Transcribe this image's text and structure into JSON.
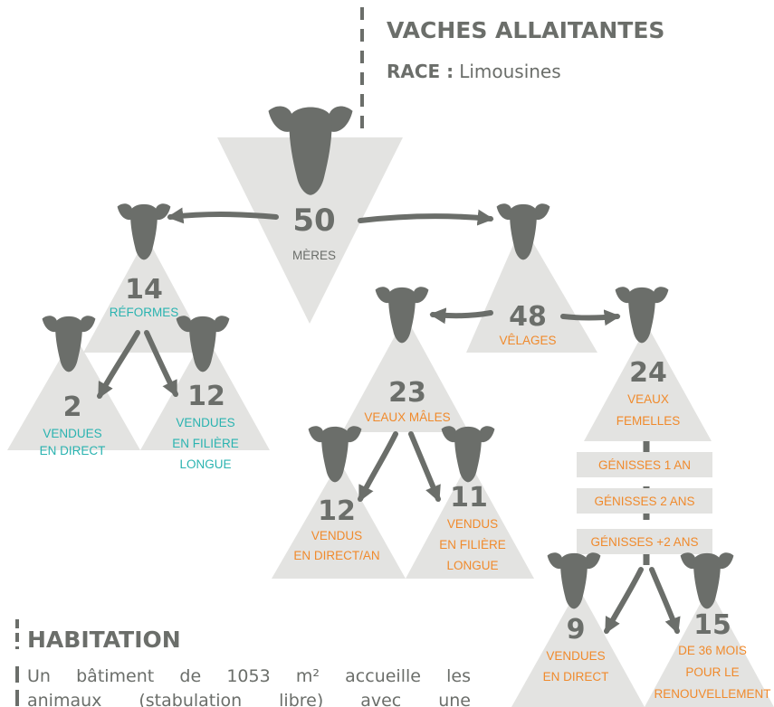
{
  "header": {
    "title": "VACHES ALLAITANTES",
    "race_label": "RACE :",
    "race_value": "Limousines"
  },
  "diagram": {
    "meres": {
      "value": "50",
      "label": "MÈRES"
    },
    "reformes": {
      "value": "14",
      "label": "RÉFORMES"
    },
    "reformes_direct": {
      "value": "2",
      "line1": "VENDUES",
      "line2": "EN DIRECT"
    },
    "reformes_filiere": {
      "value": "12",
      "line1": "VENDUES",
      "line2": "EN FILIÈRE",
      "line3": "LONGUE"
    },
    "velages": {
      "value": "48",
      "label": "VÊLAGES"
    },
    "veaux_males": {
      "value": "23",
      "label": "VEAUX MÂLES"
    },
    "males_direct": {
      "value": "12",
      "line1": "VENDUS",
      "line2": "EN DIRECT/AN"
    },
    "males_filiere": {
      "value": "11",
      "line1": "VENDUS",
      "line2": "EN FILIÈRE",
      "line3": "LONGUE"
    },
    "veaux_femelles": {
      "value": "24",
      "line1": "VEAUX",
      "line2": "FEMELLES"
    },
    "genisses": [
      "GÉNISSES 1 AN",
      "GÉNISSES 2 ANS",
      "GÉNISSES +2 ANS"
    ],
    "femelles_direct": {
      "value": "9",
      "line1": "VENDUES",
      "line2": "EN DIRECT"
    },
    "renouvellement": {
      "value": "15",
      "line1": "DE 36 MOIS",
      "line2": "POUR LE",
      "line3": "RENOUVELLEMENT"
    }
  },
  "habitation": {
    "title": "HABITATION",
    "line1": "Un bâtiment de 1053 m² accueille les",
    "line2": "animaux (stabulation libre) avec une"
  },
  "colors": {
    "grey": "#6b6e6a",
    "triangle": "#e3e3e1",
    "teal": "#2ab3b0",
    "orange": "#f08a2c"
  }
}
